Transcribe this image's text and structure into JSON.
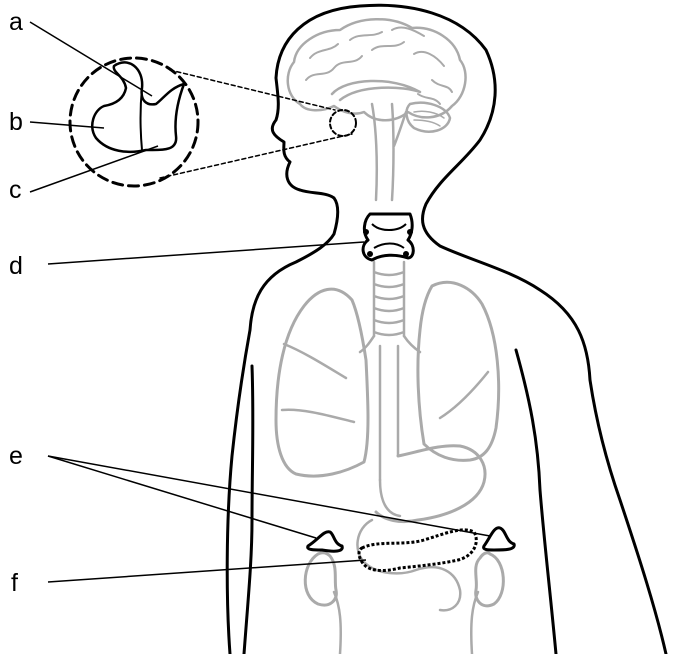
{
  "labels": {
    "a": "a",
    "b": "b",
    "c": "c",
    "d": "d",
    "e": "e",
    "f": "f"
  },
  "colors": {
    "outline": "#000000",
    "organs": "#aaaaaa",
    "background": "#ffffff"
  }
}
